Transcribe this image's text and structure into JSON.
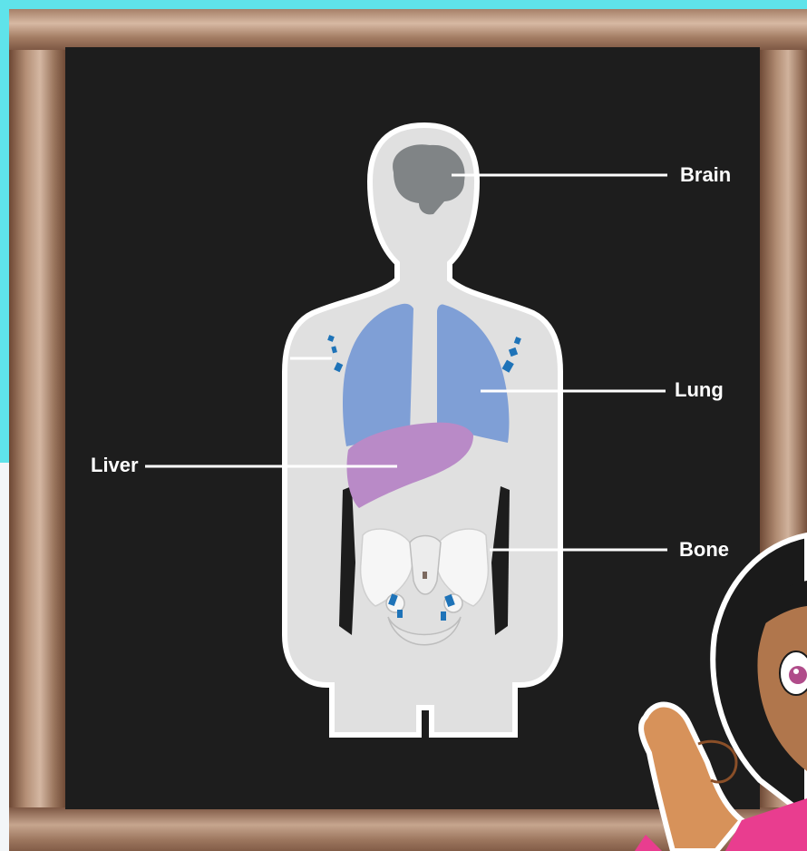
{
  "diagram": {
    "labels": {
      "brain": "Brain",
      "lung": "Lung",
      "liver": "Liver",
      "bone": "Bone"
    }
  },
  "colors": {
    "board": "#1d1d1d",
    "frame": "#a07a62",
    "body": "#e0e0e0",
    "brain": "#808486",
    "lung": "#7f9fd6",
    "liver": "#b98ac7",
    "bone": "#f6f6f6",
    "spread_marks": "#1e73b8",
    "background": "#5fe3ea"
  }
}
